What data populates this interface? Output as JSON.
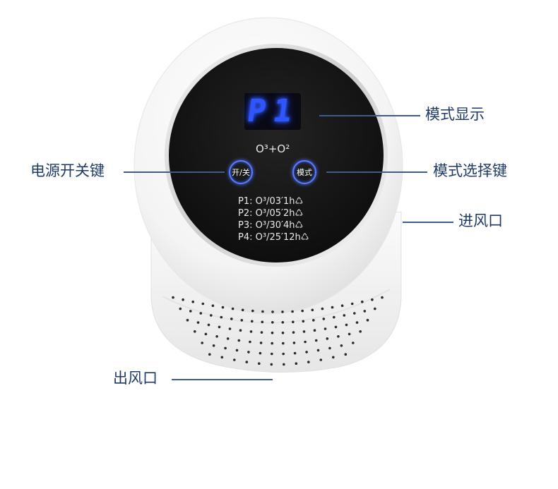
{
  "callouts": {
    "display": "模式显示",
    "power": "电源开关键",
    "mode_select": "模式选择键",
    "air_in": "进风口",
    "air_out": "出风口"
  },
  "display": {
    "mode_text": "P1",
    "ozone_formula": "O³+O²"
  },
  "buttons": {
    "power_label": "开/关",
    "mode_label": "模式"
  },
  "modes": [
    {
      "text": "P1: O³/03′1h♺"
    },
    {
      "text": "P2: O³/05′2h♺"
    },
    {
      "text": "P3: O³/30′4h♺"
    },
    {
      "text": "P4: O³/25′12h♺"
    }
  ],
  "colors": {
    "callout_text": "#1f3a66",
    "callout_line": "#3a5d8f",
    "display_glow": "#2f55ff",
    "device_body": "#ffffff",
    "face_black": "#141414"
  }
}
